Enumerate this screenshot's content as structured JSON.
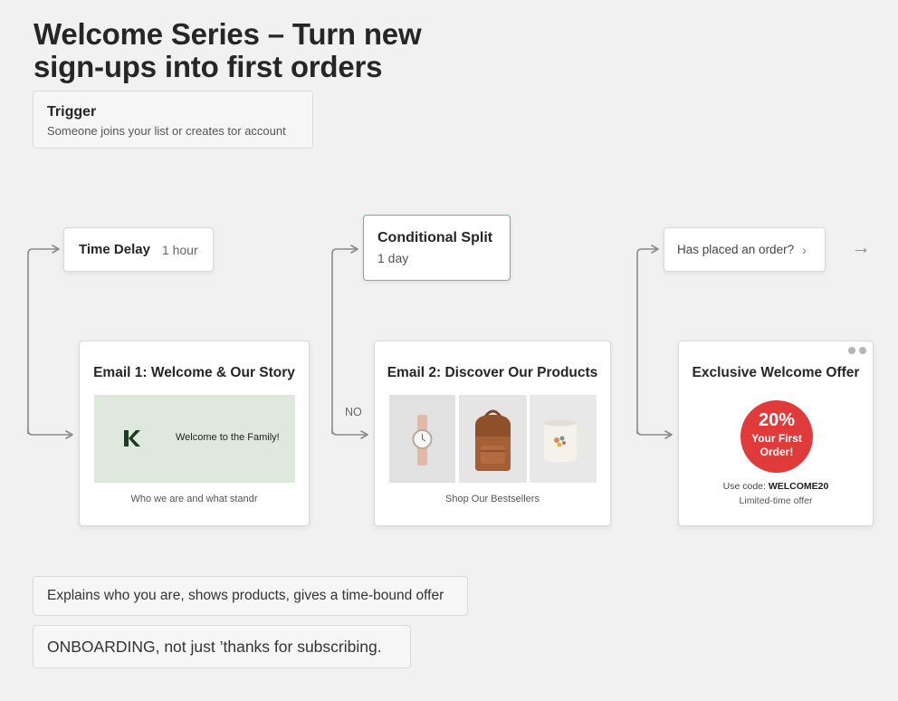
{
  "title": "Welcome Series – Turn new sign-ups into first orders",
  "trigger": {
    "title": "Trigger",
    "description": "Someone joins your list or creates tor account"
  },
  "time_delay": {
    "title": "Time Delay",
    "value": "1 hour"
  },
  "conditional_split": {
    "title": "Conditional Split",
    "value": "1 day",
    "border_color": "#6dbf6f"
  },
  "order_check": {
    "label": "Has placed an order?",
    "chevron_icon": "chevron-right-icon"
  },
  "branch_label": "NO",
  "emails": [
    {
      "title": "Email 1: Welcome & Our Story",
      "hero_text": "Welcome to the Family!",
      "caption": "Who we are and what standr"
    },
    {
      "title": "Email 2: Discover Our Products",
      "products": [
        "watch",
        "backpack",
        "mug"
      ],
      "caption": "Shop Our Bestsellers"
    },
    {
      "title": "Exclusive Welcome Offer",
      "badge_percent": "20%",
      "badge_line1": "Your First",
      "badge_line2": "Order!",
      "code_label": "Use code:",
      "code": "WELCOME20",
      "footer": "Limited-time offer",
      "badge_color": "#e03a3a"
    }
  ],
  "notes": [
    "Explains who you are, shows products, gives a time-bound offer",
    "ONBOARDING, not just ’thanks for subscribing."
  ]
}
